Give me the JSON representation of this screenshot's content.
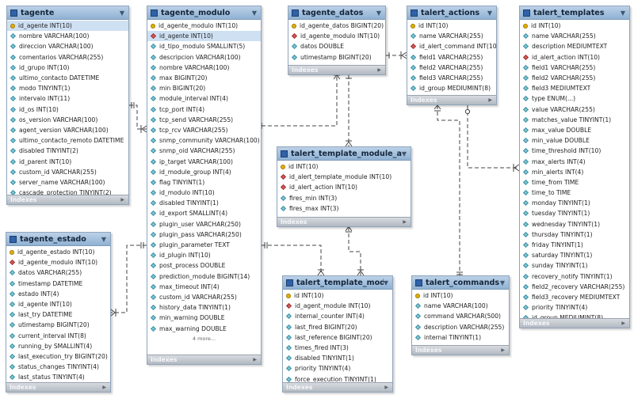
{
  "index_label": "Indexes",
  "collapse_glyph": "▼",
  "expand_glyph": "▶",
  "colors": {
    "header_top": "#bcd1e8",
    "header_bottom": "#8fb1d3",
    "border": "#8fa4bb",
    "key_icon": "#e1b100",
    "fk_icon": "#d95a5a",
    "column_icon": "#7cc8d8",
    "relation_line": "#444444"
  },
  "tables": [
    {
      "name": "tagente",
      "fields": [
        {
          "t": "key",
          "s": "id_agente INT(10)",
          "sel": true
        },
        {
          "t": "col",
          "s": "nombre VARCHAR(100)"
        },
        {
          "t": "col",
          "s": "direccion VARCHAR(100)"
        },
        {
          "t": "col",
          "s": "comentarios VARCHAR(255)"
        },
        {
          "t": "col",
          "s": "id_grupo INT(10)"
        },
        {
          "t": "col",
          "s": "ultimo_contacto DATETIME"
        },
        {
          "t": "col",
          "s": "modo TINYINT(1)"
        },
        {
          "t": "col",
          "s": "intervalo INT(11)"
        },
        {
          "t": "col",
          "s": "id_os INT(10)"
        },
        {
          "t": "col",
          "s": "os_version VARCHAR(100)"
        },
        {
          "t": "col",
          "s": "agent_version VARCHAR(100)"
        },
        {
          "t": "col",
          "s": "ultimo_contacto_remoto DATETIME"
        },
        {
          "t": "col",
          "s": "disabled TINYINT(2)"
        },
        {
          "t": "col",
          "s": "id_parent INT(10)"
        },
        {
          "t": "col",
          "s": "custom_id VARCHAR(255)"
        },
        {
          "t": "col",
          "s": "server_name VARCHAR(100)"
        },
        {
          "t": "col",
          "s": "cascade_protection TINYINT(2)"
        }
      ]
    },
    {
      "name": "tagente_modulo",
      "more": "4 more...",
      "fields": [
        {
          "t": "key",
          "s": "id_agente_modulo INT(10)"
        },
        {
          "t": "fk",
          "s": "id_agente INT(10)",
          "sel": true
        },
        {
          "t": "col",
          "s": "id_tipo_modulo SMALLINT(5)"
        },
        {
          "t": "col",
          "s": "descripcion VARCHAR(100)"
        },
        {
          "t": "col",
          "s": "nombre VARCHAR(100)"
        },
        {
          "t": "col",
          "s": "max BIGINT(20)"
        },
        {
          "t": "col",
          "s": "min BIGINT(20)"
        },
        {
          "t": "col",
          "s": "module_interval INT(4)"
        },
        {
          "t": "col",
          "s": "tcp_port INT(4)"
        },
        {
          "t": "col",
          "s": "tcp_send VARCHAR(255)"
        },
        {
          "t": "col",
          "s": "tcp_rcv VARCHAR(255)"
        },
        {
          "t": "col",
          "s": "snmp_community VARCHAR(100)"
        },
        {
          "t": "col",
          "s": "snmp_oid VARCHAR(255)"
        },
        {
          "t": "col",
          "s": "ip_target VARCHAR(100)"
        },
        {
          "t": "col",
          "s": "id_module_group INT(4)"
        },
        {
          "t": "col",
          "s": "flag TINYINT(1)"
        },
        {
          "t": "col",
          "s": "id_modulo INT(10)"
        },
        {
          "t": "col",
          "s": "disabled TINYINT(1)"
        },
        {
          "t": "col",
          "s": "id_export SMALLINT(4)"
        },
        {
          "t": "col",
          "s": "plugin_user VARCHAR(250)"
        },
        {
          "t": "col",
          "s": "plugin_pass VARCHAR(250)"
        },
        {
          "t": "col",
          "s": "plugin_parameter TEXT"
        },
        {
          "t": "col",
          "s": "id_plugin INT(10)"
        },
        {
          "t": "col",
          "s": "post_process DOUBLE"
        },
        {
          "t": "col",
          "s": "prediction_module BIGINT(14)"
        },
        {
          "t": "col",
          "s": "max_timeout INT(4)"
        },
        {
          "t": "col",
          "s": "custom_id VARCHAR(255)"
        },
        {
          "t": "col",
          "s": "history_data TINYINT(1)"
        },
        {
          "t": "col",
          "s": "min_warning DOUBLE"
        },
        {
          "t": "col",
          "s": "max_warning DOUBLE"
        }
      ]
    },
    {
      "name": "tagente_datos",
      "fields": [
        {
          "t": "key",
          "s": "id_agente_datos BIGINT(20)"
        },
        {
          "t": "fk",
          "s": "id_agente_modulo INT(10)"
        },
        {
          "t": "col",
          "s": "datos DOUBLE"
        },
        {
          "t": "col",
          "s": "utimestamp BIGINT(20)"
        }
      ]
    },
    {
      "name": "talert_actions",
      "fields": [
        {
          "t": "key",
          "s": "id INT(10)"
        },
        {
          "t": "col",
          "s": "name VARCHAR(255)"
        },
        {
          "t": "fk",
          "s": "id_alert_command INT(10)"
        },
        {
          "t": "col",
          "s": "field1 VARCHAR(255)"
        },
        {
          "t": "col",
          "s": "field2 VARCHAR(255)"
        },
        {
          "t": "col",
          "s": "field3 VARCHAR(255)"
        },
        {
          "t": "col",
          "s": "id_group MEDIUMINT(8)"
        }
      ]
    },
    {
      "name": "talert_templates",
      "fields": [
        {
          "t": "key",
          "s": "id INT(10)"
        },
        {
          "t": "col",
          "s": "name VARCHAR(255)"
        },
        {
          "t": "col",
          "s": "description MEDIUMTEXT"
        },
        {
          "t": "fk",
          "s": "id_alert_action INT(10)"
        },
        {
          "t": "col",
          "s": "field1 VARCHAR(255)"
        },
        {
          "t": "col",
          "s": "field2 VARCHAR(255)"
        },
        {
          "t": "col",
          "s": "field3 MEDIUMTEXT"
        },
        {
          "t": "col",
          "s": "type ENUM(...)"
        },
        {
          "t": "col",
          "s": "value VARCHAR(255)"
        },
        {
          "t": "col",
          "s": "matches_value TINYINT(1)"
        },
        {
          "t": "col",
          "s": "max_value DOUBLE"
        },
        {
          "t": "col",
          "s": "min_value DOUBLE"
        },
        {
          "t": "col",
          "s": "time_threshold INT(10)"
        },
        {
          "t": "col",
          "s": "max_alerts INT(4)"
        },
        {
          "t": "col",
          "s": "min_alerts INT(4)"
        },
        {
          "t": "col",
          "s": "time_from TIME"
        },
        {
          "t": "col",
          "s": "time_to TIME"
        },
        {
          "t": "col",
          "s": "monday TINYINT(1)"
        },
        {
          "t": "col",
          "s": "tuesday TINYINT(1)"
        },
        {
          "t": "col",
          "s": "wednesday TINYINT(1)"
        },
        {
          "t": "col",
          "s": "thursday TINYINT(1)"
        },
        {
          "t": "col",
          "s": "friday TINYINT(1)"
        },
        {
          "t": "col",
          "s": "saturday TINYINT(1)"
        },
        {
          "t": "col",
          "s": "sunday TINYINT(1)"
        },
        {
          "t": "col",
          "s": "recovery_notify TINYINT(1)"
        },
        {
          "t": "col",
          "s": "field2_recovery VARCHAR(255)"
        },
        {
          "t": "col",
          "s": "field3_recovery MEDIUMTEXT"
        },
        {
          "t": "col",
          "s": "priority TINYINT(4)"
        },
        {
          "t": "col",
          "s": "id_group MEDIUMINT(8)"
        }
      ]
    },
    {
      "name": "talert_template_module_actions",
      "fields": [
        {
          "t": "key",
          "s": "id INT(10)"
        },
        {
          "t": "fk",
          "s": "id_alert_template_module INT(10)"
        },
        {
          "t": "fk",
          "s": "id_alert_action INT(10)"
        },
        {
          "t": "col",
          "s": "fires_min INT(3)"
        },
        {
          "t": "col",
          "s": "fires_max INT(3)"
        }
      ]
    },
    {
      "name": "tagente_estado",
      "fields": [
        {
          "t": "key",
          "s": "id_agente_estado INT(10)"
        },
        {
          "t": "fk",
          "s": "id_agente_modulo INT(10)"
        },
        {
          "t": "col",
          "s": "datos VARCHAR(255)"
        },
        {
          "t": "col",
          "s": "timestamp DATETIME"
        },
        {
          "t": "col",
          "s": "estado INT(4)"
        },
        {
          "t": "col",
          "s": "id_agente INT(10)"
        },
        {
          "t": "col",
          "s": "last_try DATETIME"
        },
        {
          "t": "col",
          "s": "utimestamp BIGINT(20)"
        },
        {
          "t": "col",
          "s": "current_interval INT(8)"
        },
        {
          "t": "col",
          "s": "running_by SMALLINT(4)"
        },
        {
          "t": "col",
          "s": "last_execution_try BIGINT(20)"
        },
        {
          "t": "col",
          "s": "status_changes TINYINT(4)"
        },
        {
          "t": "col",
          "s": "last_status TINYINT(4)"
        }
      ]
    },
    {
      "name": "talert_template_modules",
      "fields": [
        {
          "t": "key",
          "s": "id INT(10)"
        },
        {
          "t": "fk",
          "s": "id_agent_module INT(10)"
        },
        {
          "t": "col",
          "s": "internal_counter INT(4)"
        },
        {
          "t": "col",
          "s": "last_fired BIGINT(20)"
        },
        {
          "t": "col",
          "s": "last_reference BIGINT(20)"
        },
        {
          "t": "col",
          "s": "times_fired INT(3)"
        },
        {
          "t": "col",
          "s": "disabled TINYINT(1)"
        },
        {
          "t": "col",
          "s": "priority TINYINT(4)"
        },
        {
          "t": "col",
          "s": "force_execution TINYINT(1)"
        }
      ]
    },
    {
      "name": "talert_commands",
      "fields": [
        {
          "t": "key",
          "s": "id INT(10)"
        },
        {
          "t": "col",
          "s": "name VARCHAR(100)"
        },
        {
          "t": "col",
          "s": "command VARCHAR(500)"
        },
        {
          "t": "col",
          "s": "description VARCHAR(255)"
        },
        {
          "t": "col",
          "s": "internal TINYINT(1)"
        }
      ]
    }
  ]
}
